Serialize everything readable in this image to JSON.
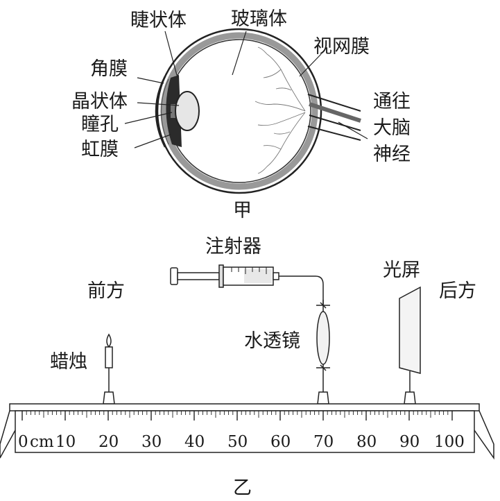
{
  "figure_a": {
    "caption": "甲",
    "labels": {
      "ciliary_body": "睫状体",
      "vitreous_body": "玻璃体",
      "retina": "视网膜",
      "cornea": "角膜",
      "lens": "晶状体",
      "pupil": "瞳孔",
      "iris": "虹膜",
      "nerve_line1": "通往",
      "nerve_line2": "大脑",
      "nerve_line3": "神经"
    }
  },
  "figure_b": {
    "caption": "乙",
    "labels": {
      "syringe": "注射器",
      "front": "前方",
      "back": "后方",
      "screen": "光屏",
      "water_lens": "水透镜",
      "candle": "蜡烛"
    },
    "ruler": {
      "unit": "cm",
      "tick_labels": [
        "0",
        "10",
        "20",
        "30",
        "40",
        "50",
        "60",
        "70",
        "80",
        "90",
        "100"
      ],
      "candle_position_cm": 20,
      "lens_position_cm": 70,
      "screen_position_cm": 90
    }
  }
}
